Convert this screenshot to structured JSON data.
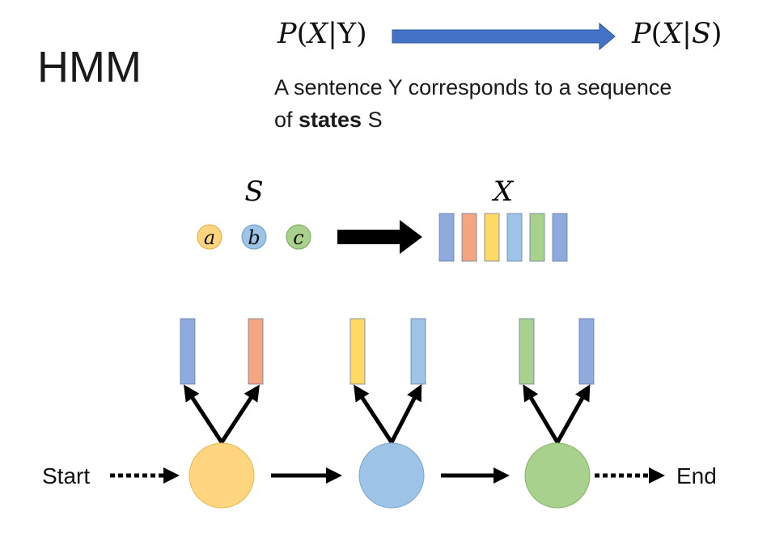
{
  "title": "HMM",
  "formula": {
    "left": {
      "p": "P",
      "open": "(",
      "x": "X",
      "bar": "|",
      "y": "Y",
      "close": ")"
    },
    "right": {
      "p": "P",
      "open": "(",
      "x": "X",
      "bar": "|",
      "s": "S",
      "close": ")"
    },
    "arrow_color": "#4472c4"
  },
  "caption": {
    "line1": "A sentence Y corresponds to a sequence",
    "prefix2": "of ",
    "bold": "states",
    "suffix2": " S"
  },
  "mapping": {
    "s_label": "S",
    "x_label": "X",
    "states": [
      {
        "letter": "a",
        "fill": "#ffd580",
        "stroke": "#e0a93a"
      },
      {
        "letter": "b",
        "fill": "#9dc3e6",
        "stroke": "#6a9bc8"
      },
      {
        "letter": "c",
        "fill": "#a9d18e",
        "stroke": "#6fa84f"
      }
    ],
    "bars": [
      "#8faadc",
      "#f4a582",
      "#ffd966",
      "#9dc3e6",
      "#a9d18e",
      "#8faadc"
    ]
  },
  "chain": {
    "start": "Start",
    "end": "End",
    "nodes": [
      {
        "fill": "#ffd580",
        "stroke": "#e8b84a",
        "emit": [
          "#8faadc",
          "#f4a582"
        ]
      },
      {
        "fill": "#9dc3e6",
        "stroke": "#7aa6d0",
        "emit": [
          "#ffd966",
          "#9dc3e6"
        ]
      },
      {
        "fill": "#a9d18e",
        "stroke": "#7fb463",
        "emit": [
          "#a9d18e",
          "#8faadc"
        ]
      }
    ]
  }
}
